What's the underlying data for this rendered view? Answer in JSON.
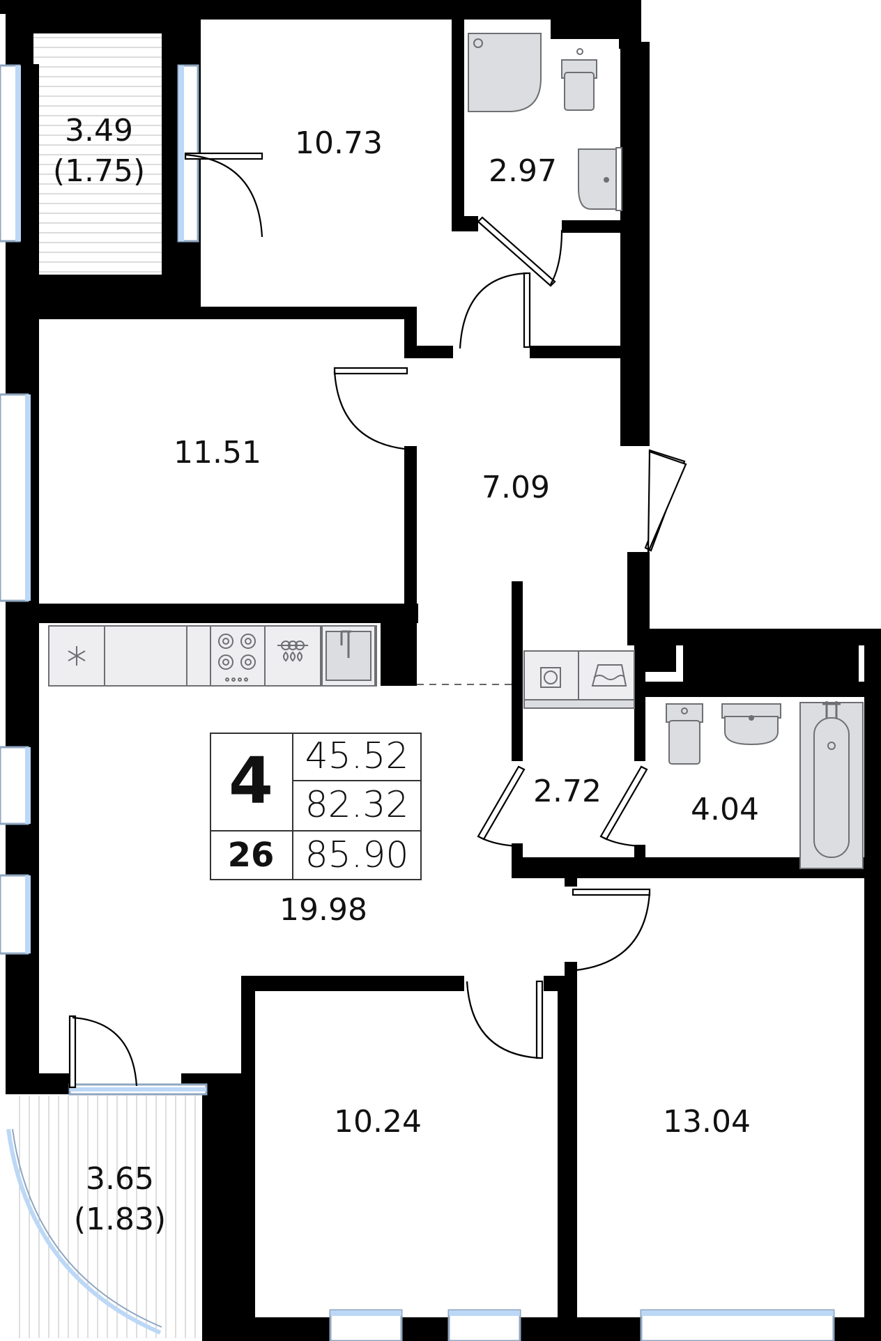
{
  "plan": {
    "rooms": [
      {
        "id": "balcony-top",
        "area": "3.49",
        "sub": "(1.75)"
      },
      {
        "id": "bedroom-top",
        "area": "10.73"
      },
      {
        "id": "bathroom-top",
        "area": "2.97"
      },
      {
        "id": "room-left",
        "area": "11.51"
      },
      {
        "id": "hallway",
        "area": "7.09"
      },
      {
        "id": "storage",
        "area": "2.72"
      },
      {
        "id": "bathroom-bottom",
        "area": "4.04"
      },
      {
        "id": "kitchen-living",
        "area": "19.98"
      },
      {
        "id": "bedroom-bottom-left",
        "area": "10.24"
      },
      {
        "id": "bedroom-bottom-right",
        "area": "13.04"
      },
      {
        "id": "balcony-bottom",
        "area": "3.65",
        "sub": "(1.83)"
      }
    ],
    "info": {
      "rooms_count": "4",
      "floor": "26",
      "living_area": "45.52",
      "total_area": "82.32",
      "total_with_balcony": "85.90"
    },
    "colors": {
      "wall": "#000000",
      "window_glass": "#bcd8f6",
      "fixture": "#dcdde0"
    },
    "icons": [
      "snowflake-icon",
      "stove-icon",
      "sink-icon",
      "dishwasher-icon",
      "washing-machine-icon",
      "dryer-icon",
      "toilet-icon",
      "shower-icon",
      "bathtub-icon"
    ]
  }
}
